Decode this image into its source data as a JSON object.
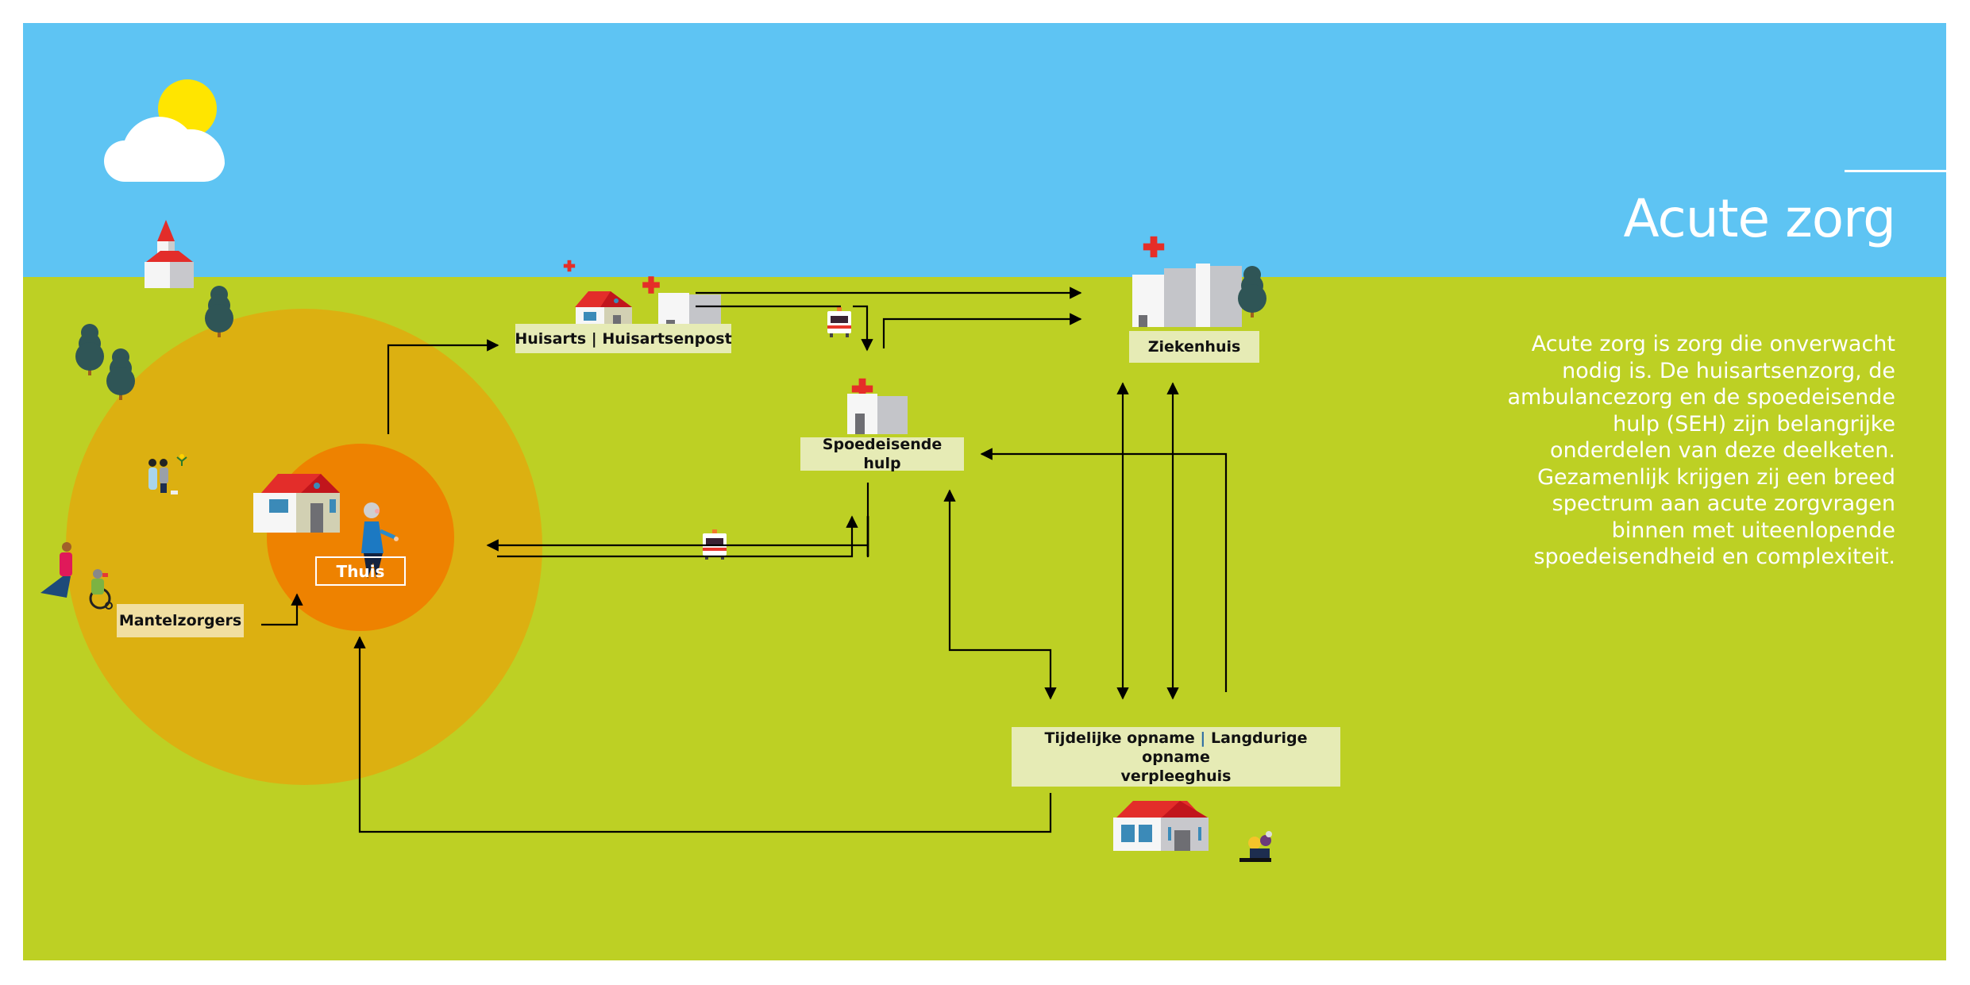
{
  "page": {
    "title": "Acute zorg",
    "description_lines": [
      "Acute zorg is zorg die onverwacht",
      "nodig is. De huisartsenzorg, de",
      "ambulancezorg en de spoedeisende",
      "hulp (SEH) zijn belangrijke",
      "onderdelen van deze deelketen.",
      "Gezamenlijk krijgen zij een breed",
      "spectrum aan acute zorgvragen",
      "binnen met uiteenlopende",
      "spoedeisendheid en complexiteit."
    ]
  },
  "nodes": {
    "thuis": "Thuis",
    "mantelzorgers": "Mantelzorgers",
    "huisarts_a": "Huisarts",
    "huisarts_sep": "|",
    "huisarts_b": "Huisartsenpost",
    "spoedeisende_hulp": "Spoedeisende hulp",
    "ziekenhuis": "Ziekenhuis",
    "opname_a": "Tijdelijke opname",
    "opname_sep": "|",
    "opname_b": "Langdurige opname",
    "opname_line2": "verpleeghuis"
  },
  "colors": {
    "sky": "#5ec4f3",
    "grass": "#bdd024",
    "outer_circle": "#dcb011",
    "inner_circle": "#ee8200",
    "label_bg": "#e6ebb5",
    "mantelzorg_label_bg": "#f1dfa1",
    "roof_red": "#e32d2a",
    "cross_red": "#e52e28",
    "sun": "#ffe500",
    "tree": "#2f5556"
  },
  "connections": [
    {
      "from": "Thuis",
      "to": "Huisarts | Huisartsenpost"
    },
    {
      "from": "Mantelzorgers",
      "to": "Thuis"
    },
    {
      "from": "Thuis",
      "to": "Spoedeisende hulp",
      "via": "ambulance"
    },
    {
      "from": "Spoedeisende hulp",
      "to": "Thuis"
    },
    {
      "from": "Huisarts | Huisartsenpost",
      "to": "Ziekenhuis"
    },
    {
      "from": "Huisarts | Huisartsenpost",
      "to": "Spoedeisende hulp",
      "via": "ambulance"
    },
    {
      "from": "Spoedeisende hulp",
      "to": "Ziekenhuis"
    },
    {
      "from": "Ziekenhuis",
      "to": "Tijdelijke opname | Langdurige opname verpleeghuis",
      "bidirectional": true
    },
    {
      "from": "Tijdelijke opname | Langdurige opname verpleeghuis",
      "to": "Spoedeisende hulp"
    },
    {
      "from": "Spoedeisende hulp",
      "to": "Tijdelijke opname | Langdurige opname verpleeghuis"
    },
    {
      "from": "Tijdelijke opname | Langdurige opname verpleeghuis",
      "to": "Thuis"
    }
  ]
}
